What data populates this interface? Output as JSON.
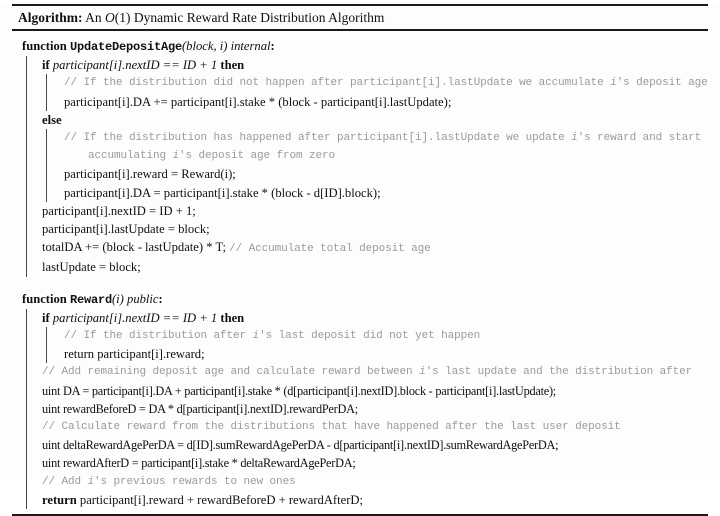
{
  "caption": {
    "label": "Algorithm:",
    "prefix": "An ",
    "complexity_o": "O",
    "complexity_arg": "(1)",
    "rest": " Dynamic Reward Rate Distribution Algorithm"
  },
  "func1": {
    "keyword": "function",
    "name": "UpdateDepositAge",
    "args": "(block, i)",
    "modifier": "internal",
    "colon": ":",
    "if_kw": "if",
    "if_cond": "participant[i].nextID == ID + 1",
    "then_kw": "then",
    "comment1": "// If the distribution did not happen after participant[i].lastUpdate we accumulate i's deposit age",
    "comment1_a": "// If the distribution did not happen after participant[i].lastUpdate we accumulate ",
    "comment1_i": "i",
    "comment1_b": "'s deposit age",
    "stmt1": "participant[i].DA += participant[i].stake * (block - participant[i].lastUpdate);",
    "else_kw": "else",
    "comment2_a": "// If the distribution has happened after participant[i].lastUpdate we update ",
    "comment2_i": "i",
    "comment2_b": "'s reward and start",
    "comment2_cont_a": "accumulating ",
    "comment2_cont_i": "i",
    "comment2_cont_b": "'s deposit age from zero",
    "stmt2": "participant[i].reward = Reward(i);",
    "stmt3": "participant[i].DA = participant[i].stake * (block - d[ID].block);",
    "stmt4": "participant[i].nextID = ID + 1;",
    "stmt5": "participant[i].lastUpdate = block;",
    "stmt6": "totalDA += (block - lastUpdate) * T;",
    "stmt6_comment": "// Accumulate total deposit age",
    "stmt7": "lastUpdate = block;"
  },
  "func2": {
    "keyword": "function",
    "name": "Reward",
    "args": "(i)",
    "modifier": "public",
    "colon": ":",
    "if_kw": "if",
    "if_cond": "participant[i].nextID == ID + 1",
    "then_kw": "then",
    "comment1_a": "// If the distribution after ",
    "comment1_i": "i",
    "comment1_b": "'s last deposit did not yet happen",
    "ret1_kw": "return",
    "ret1": "participant[i].reward;",
    "comment2_a": "// Add remaining deposit age and calculate reward between ",
    "comment2_i": "i",
    "comment2_b": "'s last update and the distribution after",
    "stmt1": "uint DA = participant[i].DA + participant[i].stake * (d[participant[i].nextID].block - participant[i].lastUpdate);",
    "stmt2": "uint rewardBeforeD = DA * d[participant[i].nextID].rewardPerDA;",
    "comment3": "// Calculate reward from the distributions that have happened after the last user deposit",
    "stmt3": "uint deltaRewardAgePerDA = d[ID].sumRewardAgePerDA - d[participant[i].nextID].sumRewardAgePerDA;",
    "stmt4": "uint rewardAfterD = participant[i].stake * deltaRewardAgePerDA;",
    "comment4_a": "// Add ",
    "comment4_i": "i",
    "comment4_b": "'s previous rewards to new ones",
    "ret2_kw": "return",
    "ret2": "participant[i].reward + rewardBeforeD + rewardAfterD;"
  },
  "colors": {
    "rule": "#1a1a1a",
    "guide": "#4a4a4a",
    "comment": "#9a9a9a",
    "text": "#101010"
  }
}
